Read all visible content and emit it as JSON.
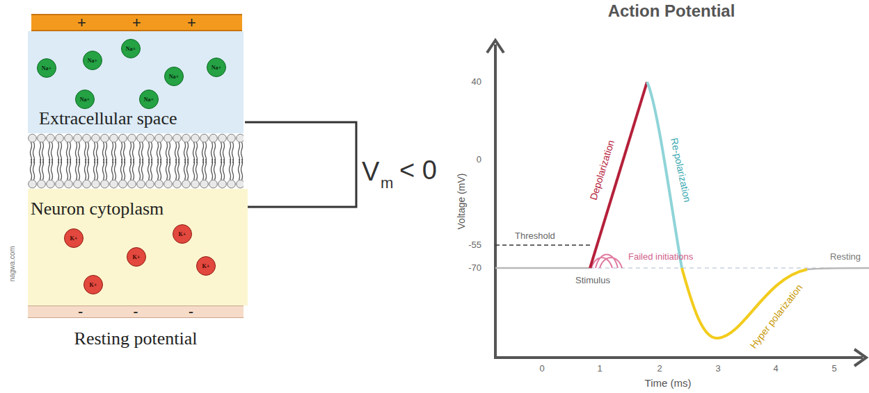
{
  "diagram": {
    "title": "Action Potential",
    "nodes": [
      {
        "text": [
          "+",
          "+",
          "+"
        ]
      },
      {
        "text": [
          "Extracellular space"
        ]
      },
      {
        "text": [
          "Na+"
        ],
        "in": 1
      },
      {
        "text": [
          "Na+"
        ],
        "in": 1
      },
      {
        "text": [
          "Na+"
        ],
        "in": 1
      },
      {
        "text": [
          "Na+"
        ],
        "in": 1
      },
      {
        "text": [
          "Na+"
        ],
        "in": 1
      },
      {
        "text": [
          "Na+"
        ],
        "in": 1
      },
      {
        "text": [
          "Na+"
        ],
        "in": 1
      },
      {
        "text": [
          "Neuron cytoplasm"
        ]
      },
      {
        "text": [
          "K+"
        ],
        "in": 9
      },
      {
        "text": [
          "K+"
        ],
        "in": 9
      },
      {
        "text": [
          "K+"
        ],
        "in": 9
      },
      {
        "text": [
          "K+"
        ],
        "in": 9
      },
      {
        "text": [
          "K+"
        ],
        "in": 9
      },
      {
        "text": [
          "-",
          "-",
          "-"
        ]
      }
    ],
    "labels": [
      "Resting potential",
      "nagwa.com",
      "V",
      "m",
      "< 0",
      "40",
      "0",
      "-55",
      "-70",
      "0",
      "1",
      "2",
      "3",
      "4",
      "5",
      "Voltage (mV)",
      "Time (ms)",
      "Threshold",
      "Failed initiations",
      "Stimulus",
      "Depolarization",
      "Re-polarization",
      "Hyper polarization",
      "Resting"
    ]
  }
}
